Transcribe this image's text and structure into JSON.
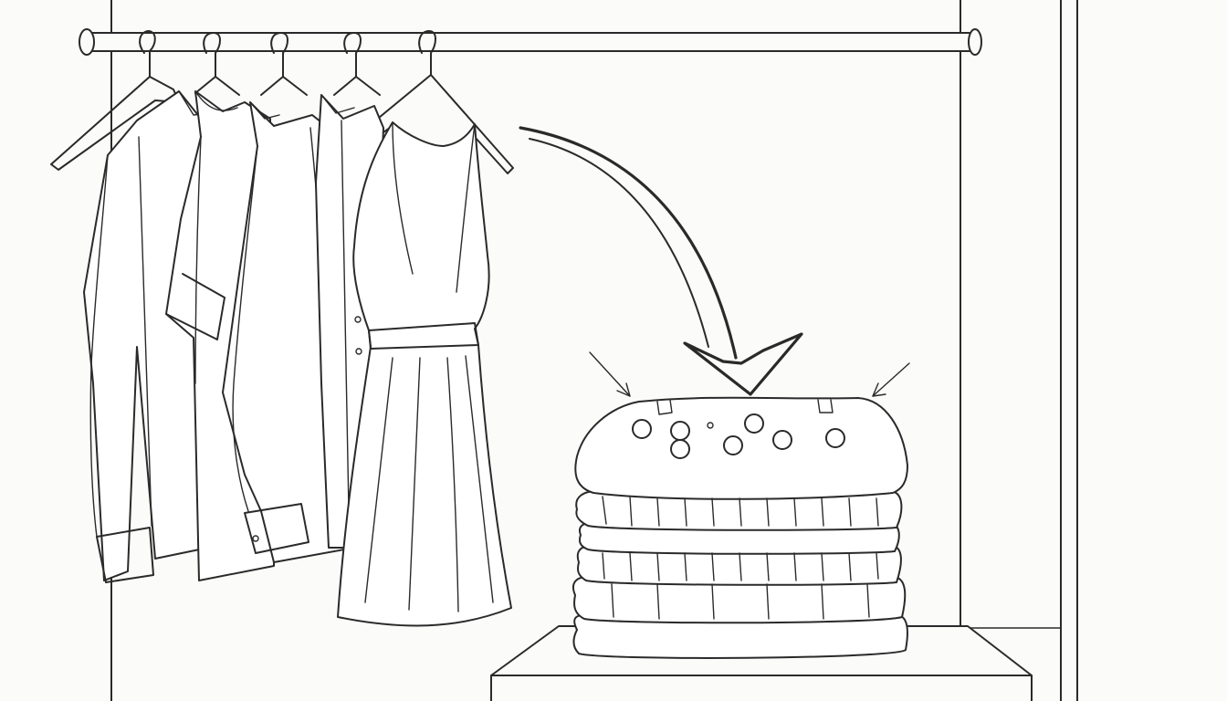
{
  "scene": {
    "hanging_items": [
      "shirt",
      "t-shirt",
      "shirt",
      "dress"
    ],
    "folded_stack": {
      "items": 6,
      "pilling_dots": 8
    }
  }
}
